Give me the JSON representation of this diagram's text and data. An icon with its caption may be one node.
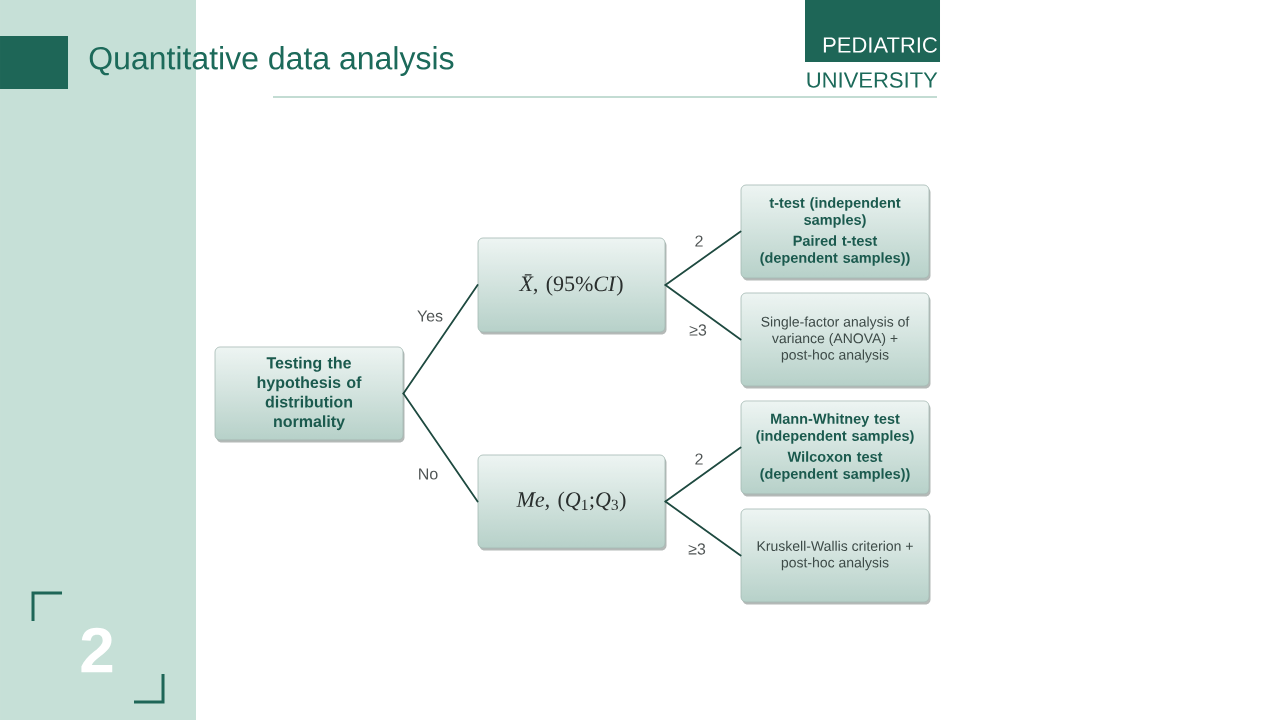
{
  "diagram": {
    "title": "Quantitative data analysis",
    "nodes": [
      {
        "text": [
          "PEDIATRIC"
        ],
        "beside": [
          "UNIVERSITY"
        ]
      },
      {
        "text": [
          "Testing the hypothesis of distribution normality"
        ]
      },
      {
        "text": [
          "*X̄*, (95%*CI*)"
        ]
      },
      {
        "text": [
          "t-test (independent samples)",
          "Paired t-test (dependent samples))"
        ]
      },
      {
        "text": [
          "Single-factor analysis of variance (ANOVA) + post-hoc analysis"
        ]
      },
      {
        "text": [
          "*Me*, (*Q*$_{1}$;*Q*$_{3}$)"
        ]
      },
      {
        "text": [
          "Mann-Whitney test (independent samples)",
          "Wilcoxon test (dependent samples))"
        ]
      },
      {
        "text": [
          "Kruskell-Wallis criterion + post-hoc analysis"
        ]
      }
    ],
    "edges": [
      {
        "from": 1,
        "to": 2,
        "arrow": "none",
        "label": "Yes"
      },
      {
        "from": 1,
        "to": 5,
        "arrow": "none",
        "label": "No"
      },
      {
        "from": 2,
        "to": 3,
        "arrow": "none",
        "label": "2"
      },
      {
        "from": 2,
        "to": 4,
        "arrow": "none",
        "label": "≥3"
      },
      {
        "from": 5,
        "to": 6,
        "arrow": "none",
        "label": "2"
      },
      {
        "from": 5,
        "to": 7,
        "arrow": "none",
        "label": "≥3"
      }
    ],
    "labels": [
      "2"
    ]
  }
}
